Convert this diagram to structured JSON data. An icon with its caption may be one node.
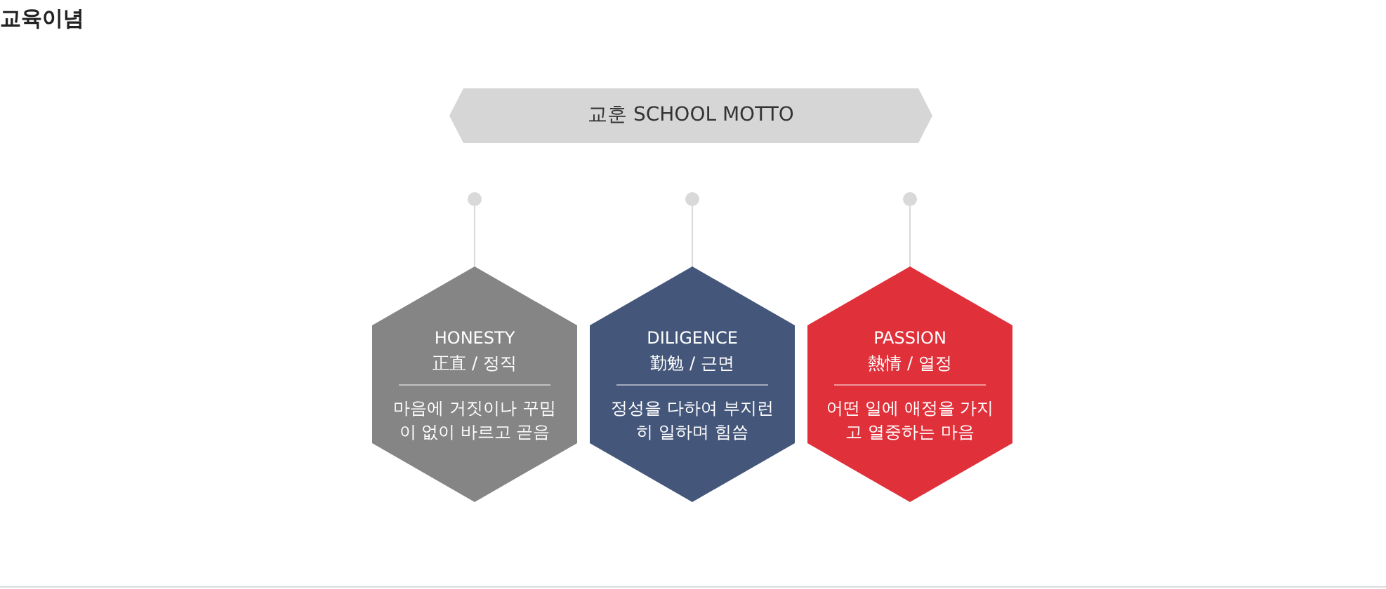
{
  "diagram": {
    "title": "교육이념",
    "nodes": [
      {
        "text": [
          "교훈 SCHOOL MOTTO"
        ]
      },
      {
        "text": [],
        "shape": "circle"
      },
      {
        "text": [],
        "shape": "circle"
      },
      {
        "text": [],
        "shape": "circle"
      },
      {
        "text": [
          "HONESTY",
          "正直 / 정직",
          "마음에 거짓이나 꾸밈이 없이 바르고 곧음"
        ]
      },
      {
        "text": [
          "DILIGENCE",
          "勤勉 / 근면",
          "정성을 다하여 부지런히 일하며 힘씀"
        ]
      },
      {
        "text": [
          "PASSION",
          "熱情 / 열정",
          "어떤 일에 애정을 가지고 열중하는 마음"
        ]
      }
    ],
    "edges": [
      {
        "from": 1,
        "to": 4,
        "arrow": "none"
      },
      {
        "from": 2,
        "to": 5,
        "arrow": "none"
      },
      {
        "from": 3,
        "to": 6,
        "arrow": "none"
      }
    ]
  }
}
